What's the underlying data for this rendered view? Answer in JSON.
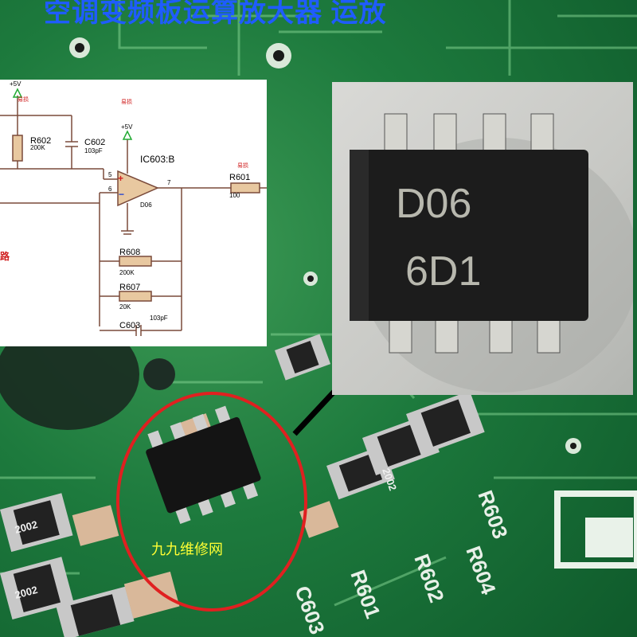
{
  "header": {
    "title": "空调变频板运算放大器 运放"
  },
  "schematic": {
    "supply_left": "+5V",
    "supply_opamp": "+5V",
    "ic_ref": "IC603:B",
    "ic_code": "D06",
    "pin_plus": "5",
    "pin_minus": "6",
    "pin_out": "7",
    "r602": {
      "name": "R602",
      "value": "200K"
    },
    "c602": {
      "name": "C602",
      "value": "103pF"
    },
    "r601": {
      "name": "R601",
      "value": "100"
    },
    "r608": {
      "name": "R608",
      "value": "200K"
    },
    "r607": {
      "name": "R607",
      "value": "20K"
    },
    "c603": {
      "name": "C603",
      "value": "103pF"
    },
    "cut_text": "路",
    "note_1": "易损",
    "note_2": "易损",
    "note_3": "易损"
  },
  "chip_photo": {
    "line1": "D06",
    "line2": "6D1"
  },
  "board": {
    "resistor_marking": "2002",
    "silk_r603": "R603",
    "silk_r604": "R604",
    "silk_r602": "R602",
    "silk_c603": "C603",
    "silk_r601": "R601"
  },
  "watermark": "九九维修网",
  "colors": {
    "title": "#1f5cff",
    "pcb": "#1d7a3d",
    "circle": "#e02020",
    "arrow": "#000000",
    "watermark": "#ffff33"
  }
}
